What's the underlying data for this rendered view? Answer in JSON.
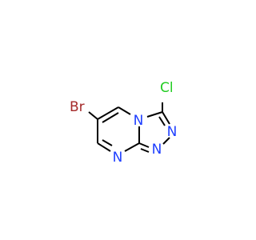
{
  "molecule": {
    "atoms": [
      {
        "id": "Br",
        "label": "Br",
        "color": "#a52a2a"
      },
      {
        "id": "Cl",
        "label": "Cl",
        "color": "#22cc22"
      },
      {
        "id": "N4",
        "label": "N",
        "color": "#1f3fff"
      },
      {
        "id": "N1",
        "label": "N",
        "color": "#1f3fff"
      },
      {
        "id": "N2",
        "label": "N",
        "color": "#1f3fff"
      },
      {
        "id": "N8",
        "label": "N",
        "color": "#1f3fff"
      }
    ],
    "bond_color": "#000000"
  }
}
